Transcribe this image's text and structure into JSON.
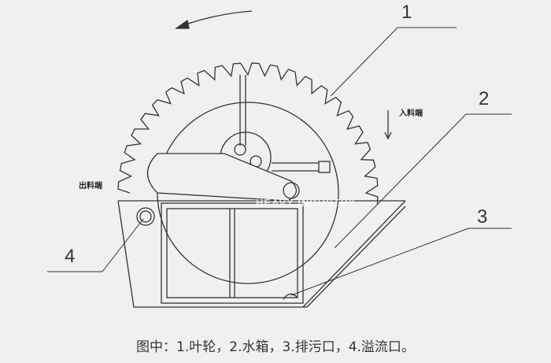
{
  "labels": {
    "part1": "1",
    "part2": "2",
    "part3": "3",
    "part4": "4",
    "inlet": "入料端",
    "outlet": "出料端"
  },
  "watermark": "HEAVY INDUSTRY",
  "caption": "图中：1.叶轮，2.水箱，3.排污口，4.溢流口。",
  "colors": {
    "background": "#f0f0ef",
    "line": "#333333"
  }
}
